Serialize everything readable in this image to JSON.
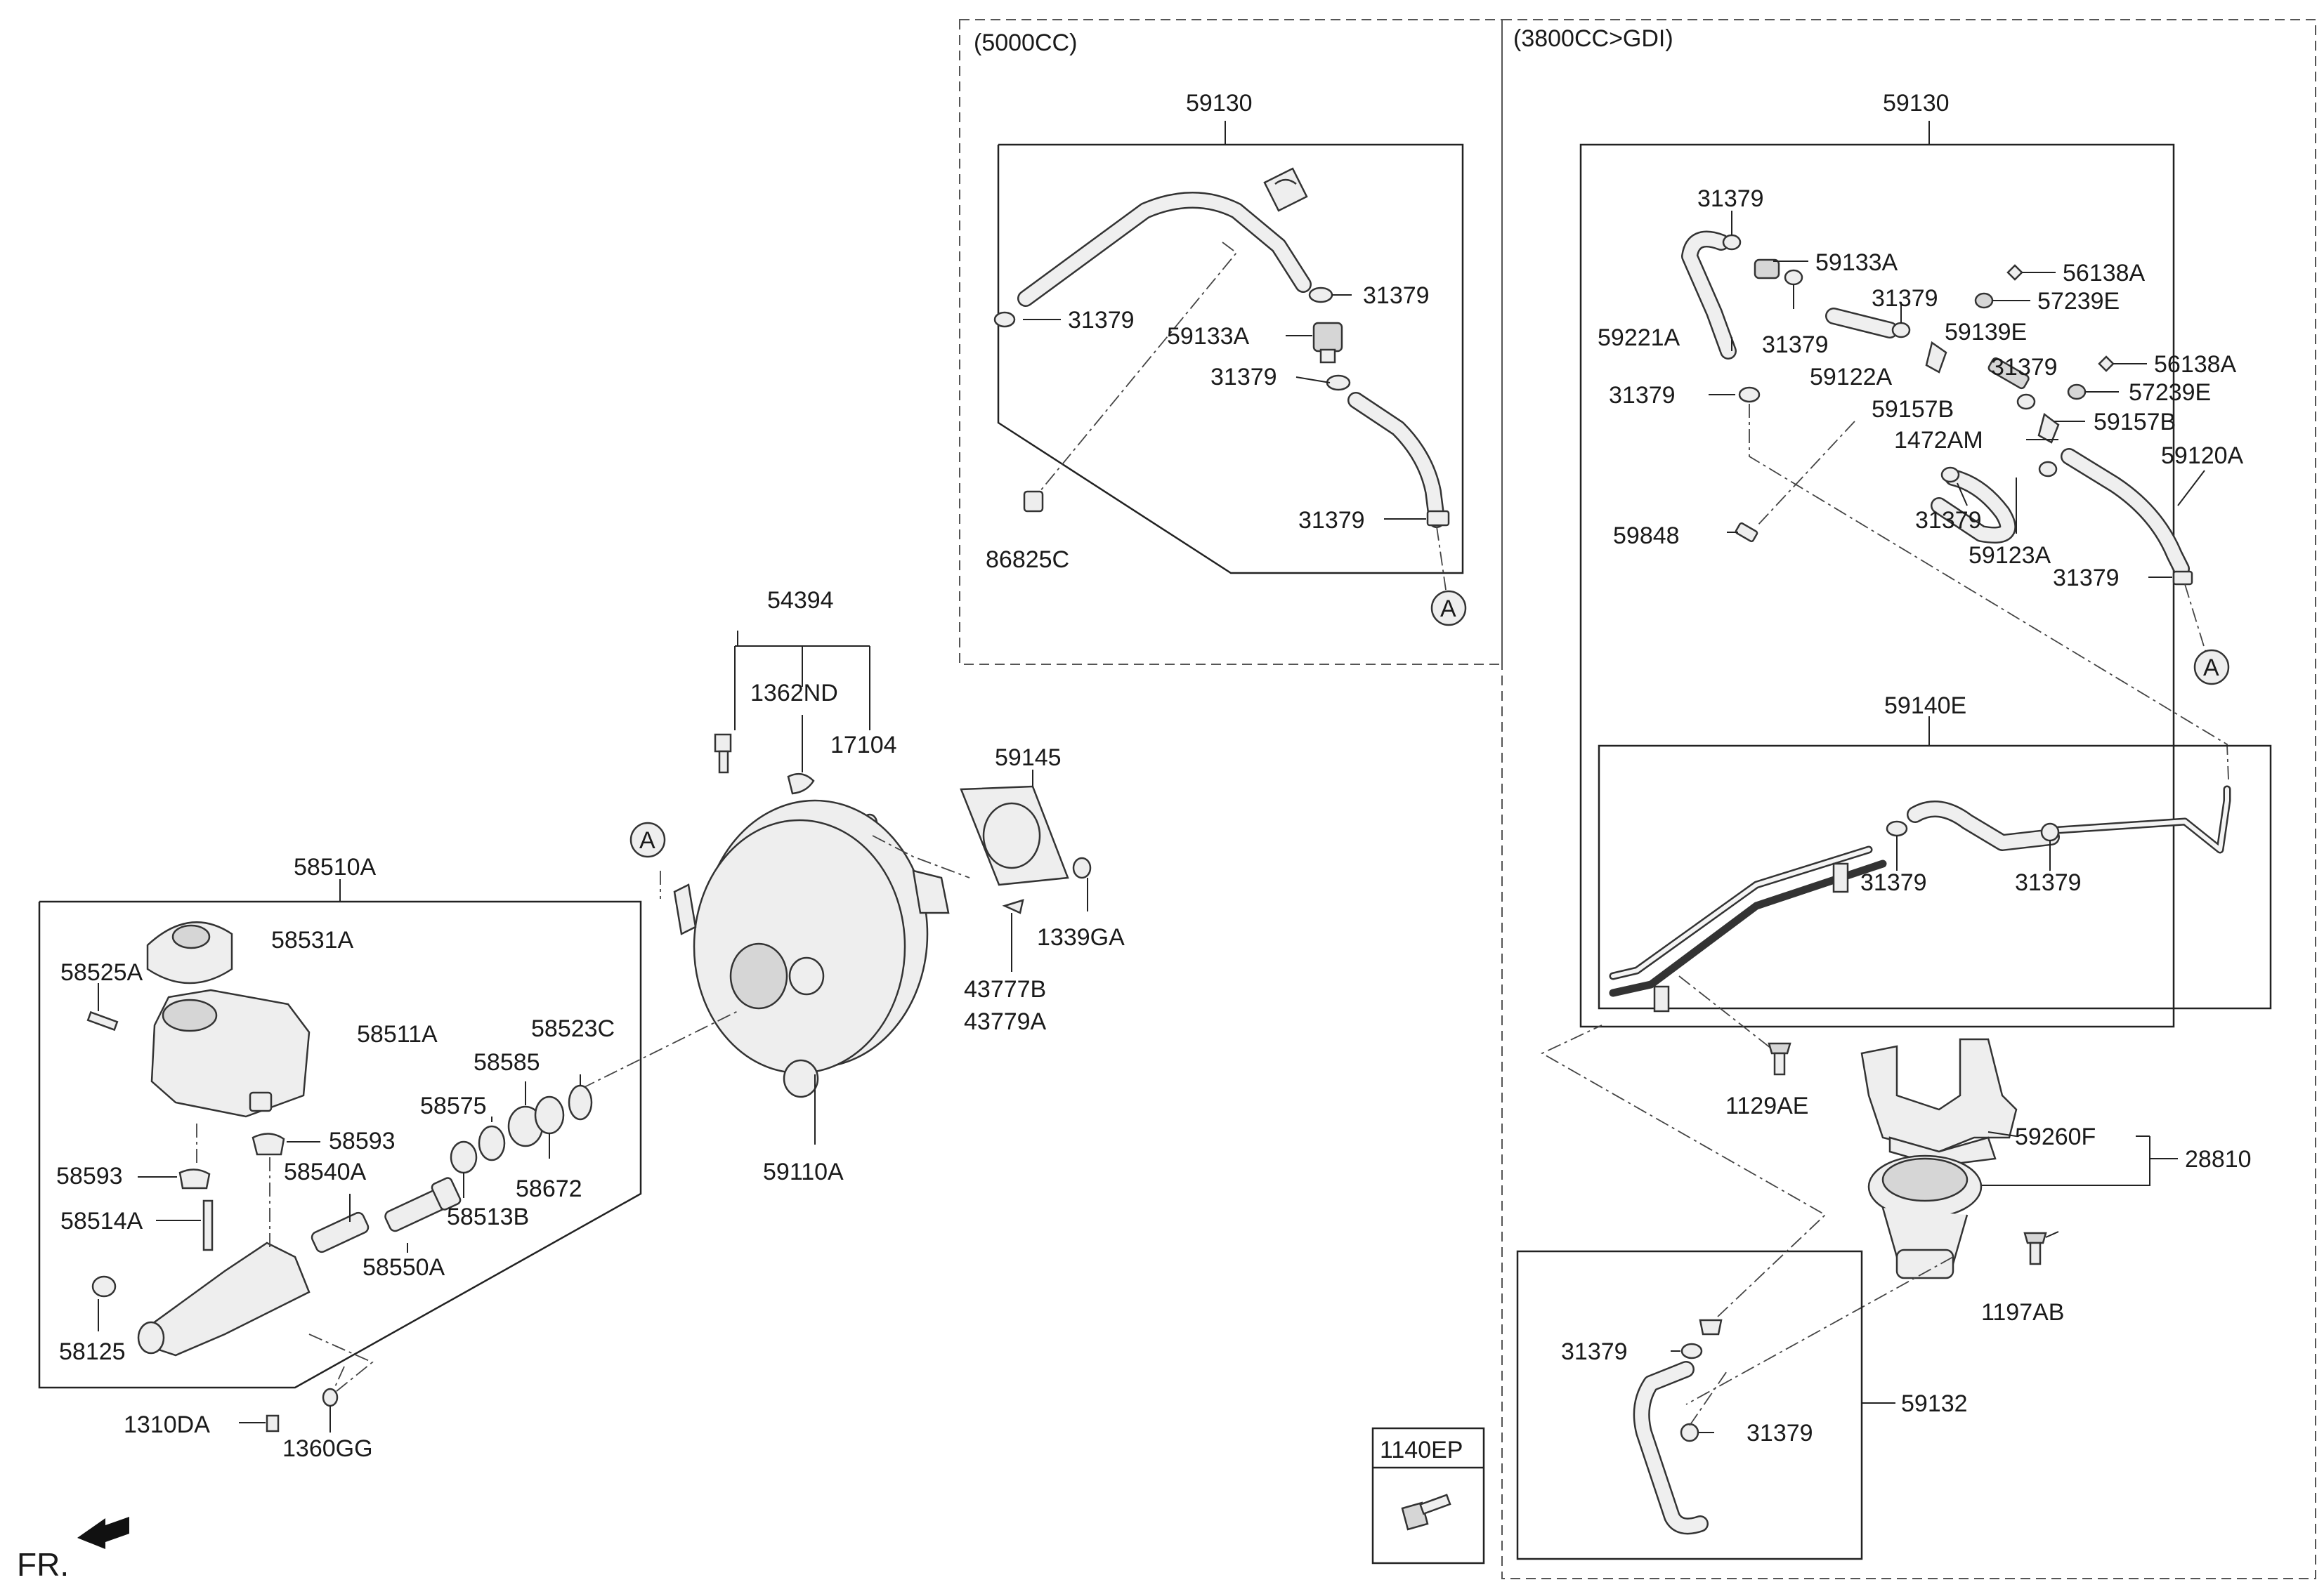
{
  "sections": {
    "engine_5000": "(5000CC)",
    "engine_3800": "(3800CC>GDI)"
  },
  "front_label": "FR.",
  "ref_marker": "A",
  "parts": {
    "p59130_a": "59130",
    "p59130_b": "59130",
    "p31379": "31379",
    "p59133A": "59133A",
    "p86825C": "86825C",
    "p56138A": "56138A",
    "p57239E": "57239E",
    "p59221A": "59221A",
    "p59122A": "59122A",
    "p59139E": "59139E",
    "p59157B": "59157B",
    "p1472AM": "1472AM",
    "p59120A": "59120A",
    "p59848": "59848",
    "p59123A": "59123A",
    "p59140E": "59140E",
    "p1129AE": "1129AE",
    "p59260F": "59260F",
    "p28810": "28810",
    "p1197AB": "1197AB",
    "p59132": "59132",
    "p1140EP": "1140EP",
    "p54394": "54394",
    "p1362ND": "1362ND",
    "p17104": "17104",
    "p59145": "59145",
    "p1339GA": "1339GA",
    "p43777B": "43777B",
    "p43779A": "43779A",
    "p59110A": "59110A",
    "p58510A": "58510A",
    "p58531A": "58531A",
    "p58525A": "58525A",
    "p58511A": "58511A",
    "p58523C": "58523C",
    "p58585": "58585",
    "p58575": "58575",
    "p58593": "58593",
    "p58540A": "58540A",
    "p58672": "58672",
    "p58513B": "58513B",
    "p58514A": "58514A",
    "p58550A": "58550A",
    "p58125": "58125",
    "p1310DA": "1310DA",
    "p1360GG": "1360GG"
  }
}
